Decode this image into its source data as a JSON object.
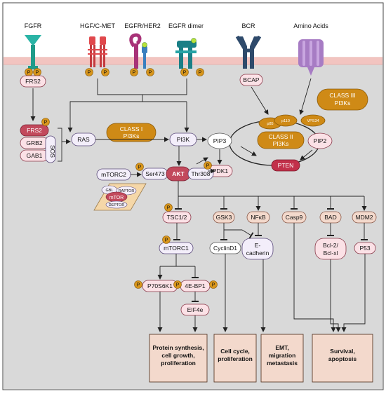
{
  "receptors": {
    "fgfr": "FGFR",
    "hgf": "HGF/C-MET",
    "egfr_her2": "EGFR/HER2",
    "egfr_dimer": "EGFR dimer",
    "bcr": "BCR",
    "amino": "Amino Acids"
  },
  "nodes": {
    "p": "P",
    "frs2": "FRS2",
    "grb2": "GRB2",
    "gab1": "GAB1",
    "sos": "SOS",
    "ras": "RAS",
    "class1_a": "CLASS I",
    "class1_b": "PI3Ks",
    "pi3k": "PI3K",
    "bcap": "BCAP",
    "class3_a": "CLASS III",
    "class3_b": "PI3Ks",
    "class2_a": "CLASS II",
    "class2_b": "PI3Ks",
    "p85": "p85",
    "p110": "p110",
    "vps34": "VPS34",
    "pip3": "PIP3",
    "pip2": "PIP2",
    "pten": "PTEN",
    "mtorc2": "mTORC2",
    "ser473": "Ser473",
    "akt": "AKT",
    "thr308": "Thr308",
    "pdk1": "PDK1",
    "gbl": "GBL",
    "raptor": "RAPTOR",
    "mtor": "mTOR",
    "deptor": "DEPTOR",
    "tsc": "TSC1/2",
    "mtorc1": "mTORC1",
    "p70": "P70S6K1",
    "bp1": "4E-BP1",
    "eif4e": "EIF4e",
    "gsk3": "GSK3",
    "nfkb": "NFκB",
    "casp9": "Casp9",
    "bad": "BAD",
    "mdm2": "MDM2",
    "cyclind1": "CyclinD1",
    "ecad_a": "E-",
    "ecad_b": "cadherin",
    "bcl_a": "Bcl-2/",
    "bcl_b": "Bcl-xl",
    "p53": "P53"
  },
  "outcomes": [
    [
      "Protein synthesis,",
      "cell growth,",
      "proliferation"
    ],
    [
      "Cell cycle,",
      "proliferation"
    ],
    [
      "EMT,",
      "migration",
      "metastasis"
    ],
    [
      "Survival,",
      "apoptosis"
    ]
  ],
  "colors": {
    "background": "#d9d9d9",
    "membrane": "#f2c4c0",
    "phospho": "#d8961c",
    "class_box": "#cf8a16",
    "akt": "#c2495c",
    "pten": "#c2304a",
    "purple_node": "#f3eefa",
    "pink_node": "#fbe1e6",
    "outcome": "#f3d9cc"
  }
}
